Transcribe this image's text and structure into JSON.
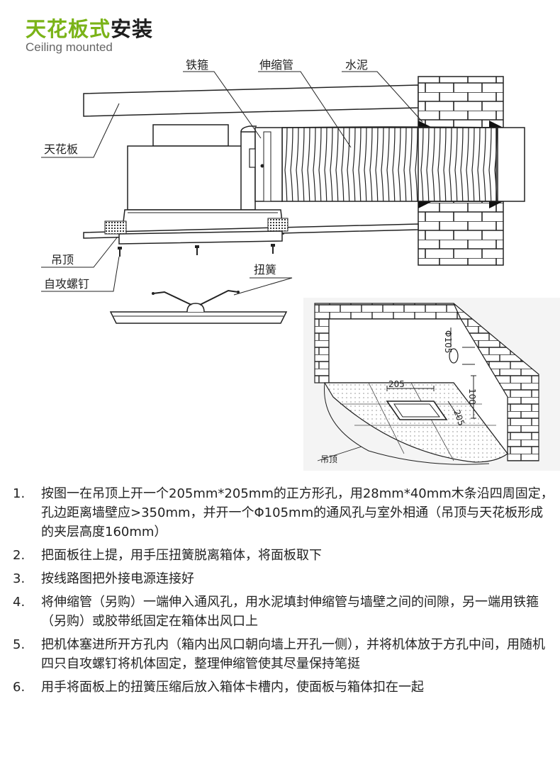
{
  "header": {
    "title_green": "天花板式",
    "title_dark": "安装",
    "subtitle": "Ceiling mounted"
  },
  "diagram1": {
    "labels": {
      "iron_hoop": "铁箍",
      "flex_pipe": "伸缩管",
      "cement": "水泥",
      "ceiling_board": "天花板",
      "suspended_ceiling": "吊顶",
      "self_tapping_screw": "自攻螺钉",
      "torsion_spring": "扭簧"
    }
  },
  "diagram2": {
    "labels": {
      "dim_phi": "Φ105",
      "dim_205_top": "205",
      "dim_205_side": "205",
      "dim_100": "100",
      "suspended_ceiling": "吊顶"
    }
  },
  "steps": [
    {
      "num": "1.",
      "text": "按图一在吊顶上开一个205mm*205mm的正方形孔，用28mm*40mm木条沿四周固定，孔边距离墙壁应>350mm，并开一个Φ105mm的通风孔与室外相通（吊顶与天花板形成的夹层高度160mm）"
    },
    {
      "num": "2.",
      "text": "把面板往上提，用手压扭簧脱离箱体，将面板取下"
    },
    {
      "num": "3.",
      "text": "按线路图把外接电源连接好"
    },
    {
      "num": "4.",
      "text": "将伸缩管（另购）一端伸入通风孔，用水泥填封伸缩管与墙壁之间的间隙，另一端用铁箍（另购）或胶带纸固定在箱体出风口上"
    },
    {
      "num": "5.",
      "text": "把机体塞进所开方孔内（箱内出风口朝向墙上开孔一侧），并将机体放于方孔中间，用随机四只自攻螺钉将机体固定，整理伸缩管使其尽量保持笔挺"
    },
    {
      "num": "6.",
      "text": "用手将面板上的扭簧压缩后放入箱体卡槽内，使面板与箱体扣在一起"
    }
  ]
}
